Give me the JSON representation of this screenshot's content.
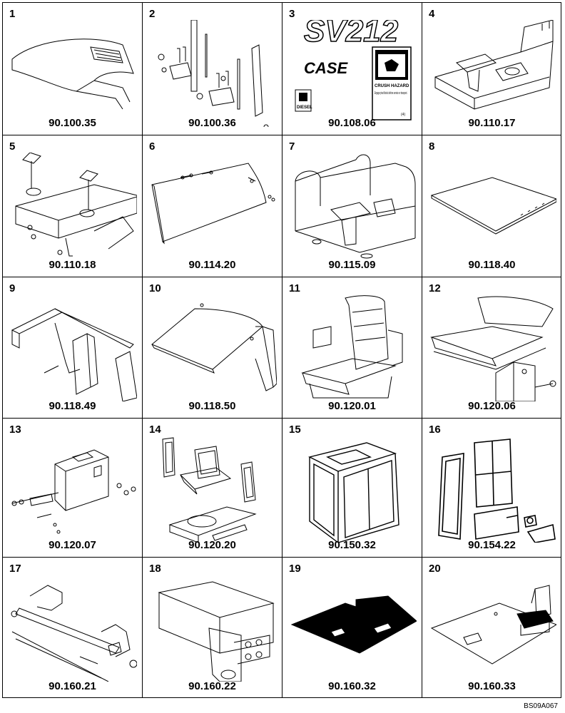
{
  "cells": [
    {
      "number": "1",
      "code": "90.100.35",
      "icon": "hood-icon"
    },
    {
      "number": "2",
      "code": "90.100.36",
      "icon": "bracket-kit-icon"
    },
    {
      "number": "3",
      "code": "90.108.06",
      "icon": "decal-set-icon",
      "decal": {
        "model": "SV212",
        "brand": "CASE",
        "diesel": "DIESEL",
        "hazard_title": "CRUSH HAZARD",
        "hazard_text": "Engage pivot blocks before service or transport.",
        "hazard_code": "(4)"
      }
    },
    {
      "number": "4",
      "code": "90.110.17",
      "icon": "platform-icon"
    },
    {
      "number": "5",
      "code": "90.110.18",
      "icon": "mount-assembly-icon"
    },
    {
      "number": "6",
      "code": "90.114.20",
      "icon": "panel-icon"
    },
    {
      "number": "7",
      "code": "90.115.09",
      "icon": "rops-frame-icon"
    },
    {
      "number": "8",
      "code": "90.118.40",
      "icon": "floor-plate-icon"
    },
    {
      "number": "9",
      "code": "90.118.49",
      "icon": "frame-icon"
    },
    {
      "number": "10",
      "code": "90.118.50",
      "icon": "canopy-icon"
    },
    {
      "number": "11",
      "code": "90.120.01",
      "icon": "seat-icon"
    },
    {
      "number": "12",
      "code": "90.120.06",
      "icon": "seat-console-icon"
    },
    {
      "number": "13",
      "code": "90.120.07",
      "icon": "console-icon"
    },
    {
      "number": "14",
      "code": "90.120.20",
      "icon": "seat-parts-icon"
    },
    {
      "number": "15",
      "code": "90.150.32",
      "icon": "cab-icon"
    },
    {
      "number": "16",
      "code": "90.154.22",
      "icon": "cab-glass-icon"
    },
    {
      "number": "17",
      "code": "90.160.21",
      "icon": "handle-rod-icon"
    },
    {
      "number": "18",
      "code": "90.160.22",
      "icon": "box-bracket-icon"
    },
    {
      "number": "19",
      "code": "90.160.32",
      "icon": "floor-mat-icon"
    },
    {
      "number": "20",
      "code": "90.160.33",
      "icon": "floor-seat-icon"
    }
  ],
  "footer": "BS09A067"
}
